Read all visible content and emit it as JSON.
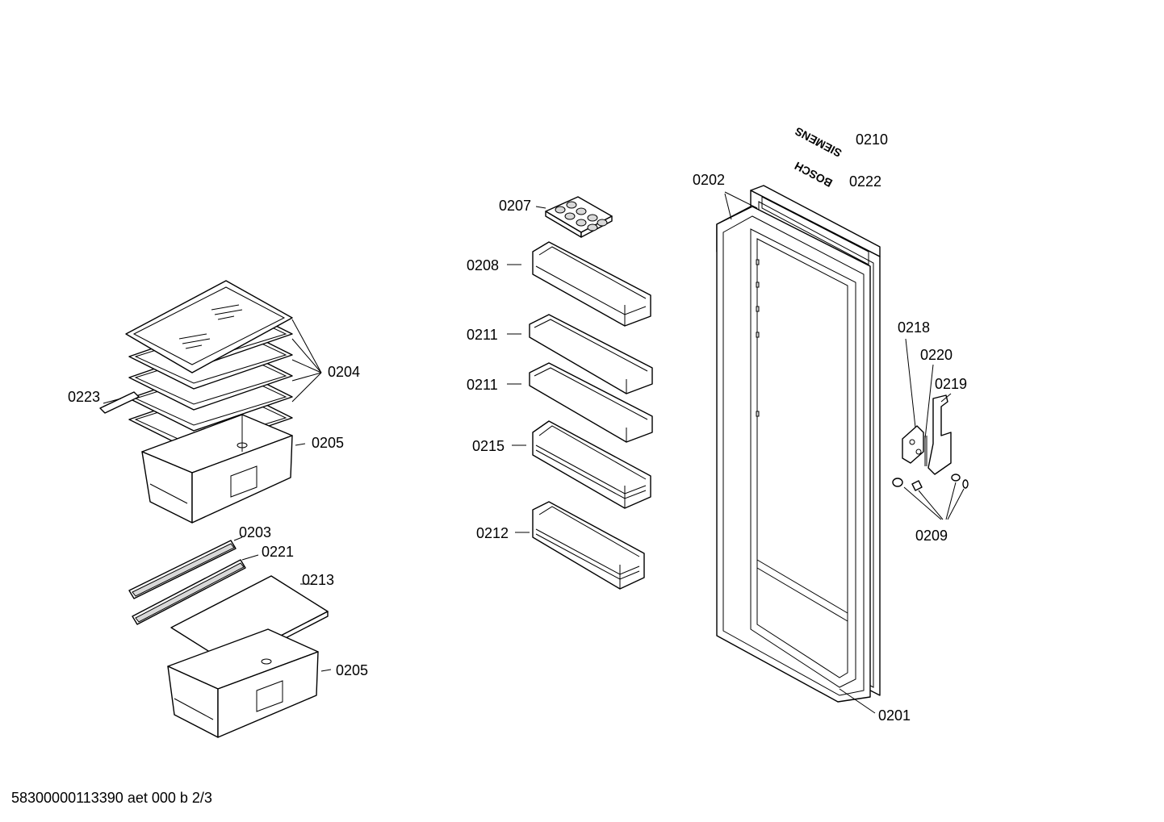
{
  "labels": {
    "p0201": "0201",
    "p0202": "0202",
    "p0203": "0203",
    "p0204": "0204",
    "p0205a": "0205",
    "p0205b": "0205",
    "p0207": "0207",
    "p0208": "0208",
    "p0209": "0209",
    "p0210": "0210",
    "p0211a": "0211",
    "p0211b": "0211",
    "p0212": "0212",
    "p0213": "0213",
    "p0215": "0215",
    "p0218": "0218",
    "p0219": "0219",
    "p0220": "0220",
    "p0221": "0221",
    "p0222": "0222",
    "p0223": "0223"
  },
  "badges": {
    "siemens": "SIEMENS",
    "bosch": "BOSCH"
  },
  "footer": {
    "doc_id": "58300000113390 aet 000 b 2/3"
  }
}
